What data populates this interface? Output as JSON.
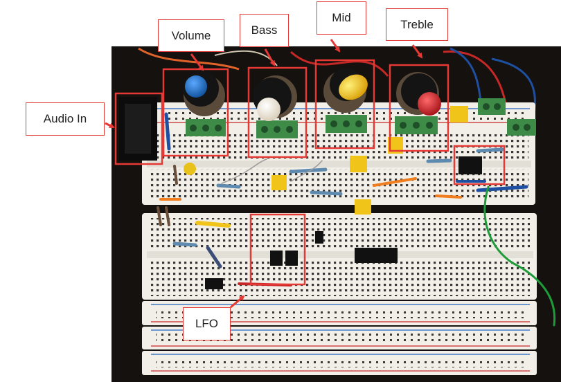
{
  "photo": {
    "subject": "breadboard-audio-effects-circuit",
    "colors": {
      "backdrop": "#15110e",
      "breadboard": "#f1efe8",
      "highlight": "#e53935",
      "knob_blue": "#1f72c9",
      "knob_cream": "#f4ead8",
      "knob_yellow": "#f5c518",
      "knob_red": "#d61f26",
      "terminal_green": "#3d8b47"
    }
  },
  "callouts": {
    "volume": "Volume",
    "bass": "Bass",
    "mid": "Mid",
    "treble": "Treble",
    "audio_in": "Audio In",
    "lfo": "LFO"
  }
}
